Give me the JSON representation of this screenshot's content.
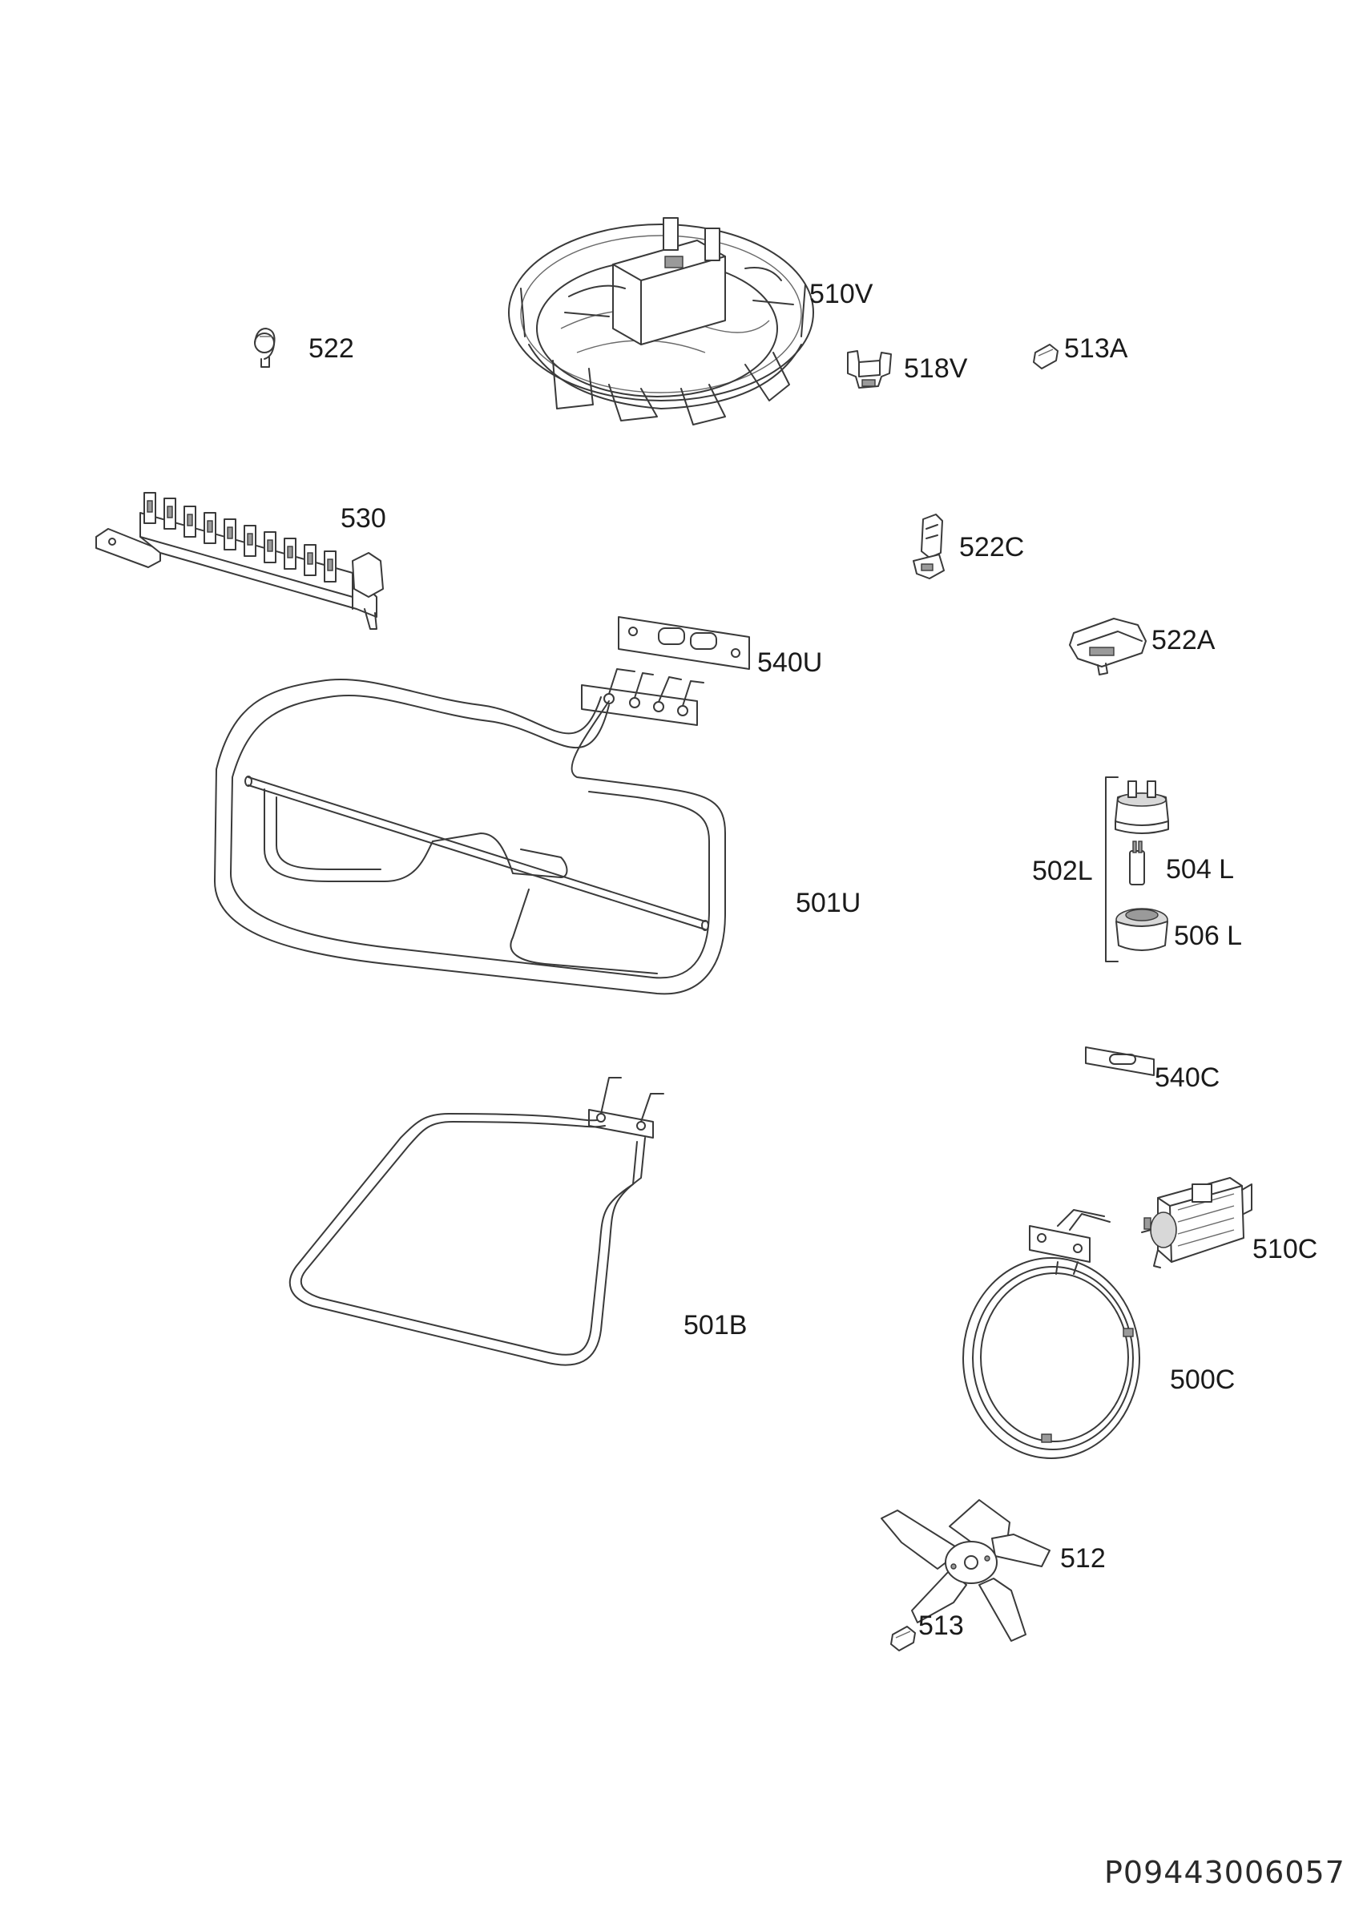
{
  "document_number": "P09443006057",
  "parts": [
    {
      "id": "510V",
      "label": "510V",
      "icon": "fan-motor-assembly-icon"
    },
    {
      "id": "522",
      "label": "522",
      "icon": "cable-clip-icon"
    },
    {
      "id": "518V",
      "label": "518V",
      "icon": "motor-bracket-icon"
    },
    {
      "id": "513A",
      "label": "513A",
      "icon": "nut-icon"
    },
    {
      "id": "530",
      "label": "530",
      "icon": "terminal-block-icon"
    },
    {
      "id": "522C",
      "label": "522C",
      "icon": "clip-icon"
    },
    {
      "id": "522A",
      "label": "522A",
      "icon": "clamp-icon"
    },
    {
      "id": "540U",
      "label": "540U",
      "icon": "gasket-icon"
    },
    {
      "id": "501U",
      "label": "501U",
      "icon": "top-heating-element-icon"
    },
    {
      "id": "502L",
      "label": "502L",
      "icon": "lamp-assembly-bracket"
    },
    {
      "id": "504L",
      "label": "504 L",
      "icon": "lamp-bulb-icon"
    },
    {
      "id": "506L",
      "label": "506 L",
      "icon": "lamp-cover-icon"
    },
    {
      "id": "540C",
      "label": "540C",
      "icon": "gasket-icon"
    },
    {
      "id": "501B",
      "label": "501B",
      "icon": "bottom-heating-element-icon"
    },
    {
      "id": "510C",
      "label": "510C",
      "icon": "fan-motor-icon"
    },
    {
      "id": "500C",
      "label": "500C",
      "icon": "circular-heating-element-icon"
    },
    {
      "id": "512",
      "label": "512",
      "icon": "fan-blade-icon"
    },
    {
      "id": "513",
      "label": "513",
      "icon": "nut-icon"
    }
  ]
}
